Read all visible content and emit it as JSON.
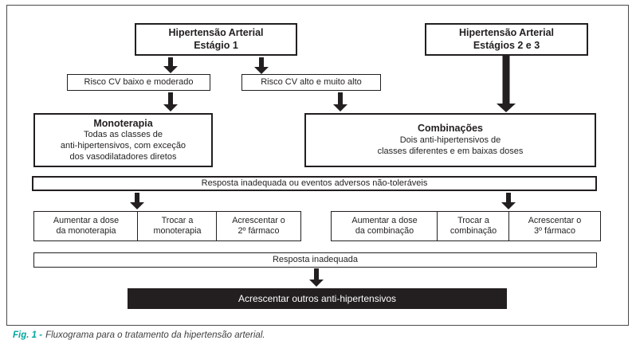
{
  "palette": {
    "ink": "#231F20",
    "caption_accent": "#00A79D",
    "background": "#ffffff"
  },
  "caption": {
    "label": "Fig. 1 -",
    "text": "Fluxograma para o tratamento da hipertensão arterial."
  },
  "nodes": {
    "estagio1": {
      "line1": "Hipertensão Arterial",
      "line2": "Estágio 1"
    },
    "estagios23": {
      "line1": "Hipertensão Arterial",
      "line2": "Estágios 2 e 3"
    },
    "risco_baixo": {
      "label": "Risco CV baixo e moderado"
    },
    "risco_alto": {
      "label": "Risco CV alto e muito alto"
    },
    "monoterapia": {
      "title": "Monoterapia",
      "line1": "Todas as classes de",
      "line2": "anti-hipertensivos, com exceção",
      "line3": "dos vasodilatadores diretos"
    },
    "combinacoes": {
      "title": "Combinações",
      "line1": "Dois anti-hipertensivos de",
      "line2": "classes diferentes e em baixas doses"
    },
    "banda_resposta_adversos": {
      "label": "Resposta inadequada ou eventos adversos não-toleráveis"
    },
    "left_row": [
      {
        "line1": "Aumentar a dose",
        "line2": "da monoterapia"
      },
      {
        "line1": "Trocar a",
        "line2": "monoterapia"
      },
      {
        "line1": "Acrescentar o",
        "line2": "2º fármaco"
      }
    ],
    "right_row": [
      {
        "line1": "Aumentar a dose",
        "line2": "da combinação"
      },
      {
        "line1": "Trocar a",
        "line2": "combinação"
      },
      {
        "line1": "Acrescentar o",
        "line2": "3º fármaco"
      }
    ],
    "banda_resposta": {
      "label": "Resposta inadequada"
    },
    "final": {
      "label": "Acrescentar outros anti-hipertensivos"
    }
  }
}
